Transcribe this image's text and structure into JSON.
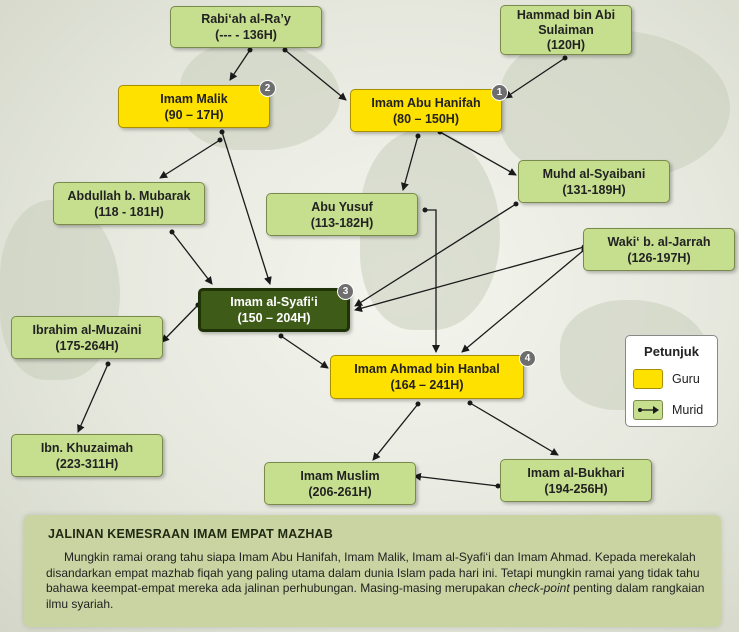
{
  "nodes": {
    "rabiah": {
      "name": "Rabi‘ah al-Ra’y",
      "years": "(--- - 136H)"
    },
    "hammad": {
      "name": "Hammad bin Abi Sulaiman",
      "years": "(120H)"
    },
    "malik": {
      "name": "Imam Malik",
      "years": "(90 – 17H)",
      "badge": "2"
    },
    "hanifah": {
      "name": "Imam Abu Hanifah",
      "years": "(80 – 150H)",
      "badge": "1"
    },
    "mubarak": {
      "name": "Abdullah b. Mubarak",
      "years": "(118 - 181H)"
    },
    "yusuf": {
      "name": "Abu Yusuf",
      "years": "(113-182H)"
    },
    "syaibani": {
      "name": "Muhd al-Syaibani",
      "years": "(131-189H)"
    },
    "waki": {
      "name": "Waki‘ b. al-Jarrah",
      "years": "(126-197H)"
    },
    "syafii": {
      "name": "Imam al-Syafi‘i",
      "years": "(150 – 204H)",
      "badge": "3"
    },
    "muzaini": {
      "name": "Ibrahim al-Muzaini",
      "years": "(175-264H)"
    },
    "hanbal": {
      "name": "Imam Ahmad bin Hanbal",
      "years": "(164 – 241H)",
      "badge": "4"
    },
    "khuzaimah": {
      "name": "Ibn. Khuzaimah",
      "years": "(223-311H)"
    },
    "muslim": {
      "name": "Imam Muslim",
      "years": "(206-261H)"
    },
    "bukhari": {
      "name": "Imam al-Bukhari",
      "years": "(194-256H)"
    }
  },
  "legend": {
    "title": "Petunjuk",
    "teacher": "Guru",
    "student": "Murid"
  },
  "info": {
    "title": "JALINAN KEMESRAAN IMAM EMPAT MAZHAB",
    "text_main": "Mungkin ramai orang tahu siapa Imam Abu Hanifah, Imam Malik, Imam al-Syafi‘i dan Imam Ahmad. Kepada merekalah disandarkan empat mazhab fiqah yang paling utama dalam dunia Islam pada hari ini. Tetapi mungkin ramai yang tidak tahu bahawa keempat-empat mereka ada jalinan perhubungan. Masing-masing merupakan ",
    "text_em": "check-point",
    "text_end": " penting dalam rangkaian ilmu syariah."
  },
  "colors": {
    "teacher": "#ffe100",
    "student": "#c6df8f",
    "highlight": "#3e5b18"
  }
}
